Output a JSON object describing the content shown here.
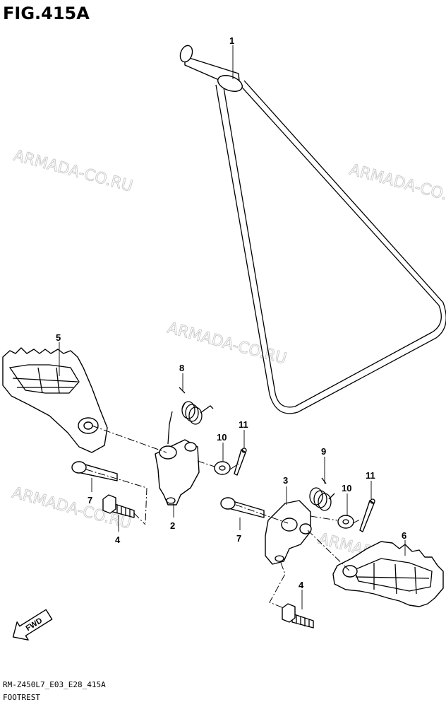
{
  "figure": {
    "title": "FIG.415A",
    "footer_code": "RM-Z450L7_E03_E28_415A",
    "footer_name": "FOOTREST",
    "watermark": "ARMADA-CO.RU",
    "fwd_label": "FWD"
  },
  "callouts": [
    {
      "id": "c1",
      "label": "1",
      "part": "stand"
    },
    {
      "id": "c5",
      "label": "5",
      "part": "left-footpeg"
    },
    {
      "id": "c8",
      "label": "8",
      "part": "left-spring"
    },
    {
      "id": "c10a",
      "label": "10",
      "part": "left-washer"
    },
    {
      "id": "c11a",
      "label": "11",
      "part": "left-cotter-pin"
    },
    {
      "id": "c7a",
      "label": "7",
      "part": "left-pin"
    },
    {
      "id": "c4a",
      "label": "4",
      "part": "left-bolt"
    },
    {
      "id": "c2",
      "label": "2",
      "part": "left-bracket"
    },
    {
      "id": "c9",
      "label": "9",
      "part": "right-spring"
    },
    {
      "id": "c3",
      "label": "3",
      "part": "right-bracket"
    },
    {
      "id": "c10b",
      "label": "10",
      "part": "right-washer"
    },
    {
      "id": "c11b",
      "label": "11",
      "part": "right-cotter-pin"
    },
    {
      "id": "c7b",
      "label": "7",
      "part": "right-pin"
    },
    {
      "id": "c6",
      "label": "6",
      "part": "right-footpeg"
    },
    {
      "id": "c4b",
      "label": "4",
      "part": "right-bolt"
    }
  ],
  "colors": {
    "ink": "#000000",
    "watermark": "#c9c9c9",
    "paper": "#ffffff"
  }
}
